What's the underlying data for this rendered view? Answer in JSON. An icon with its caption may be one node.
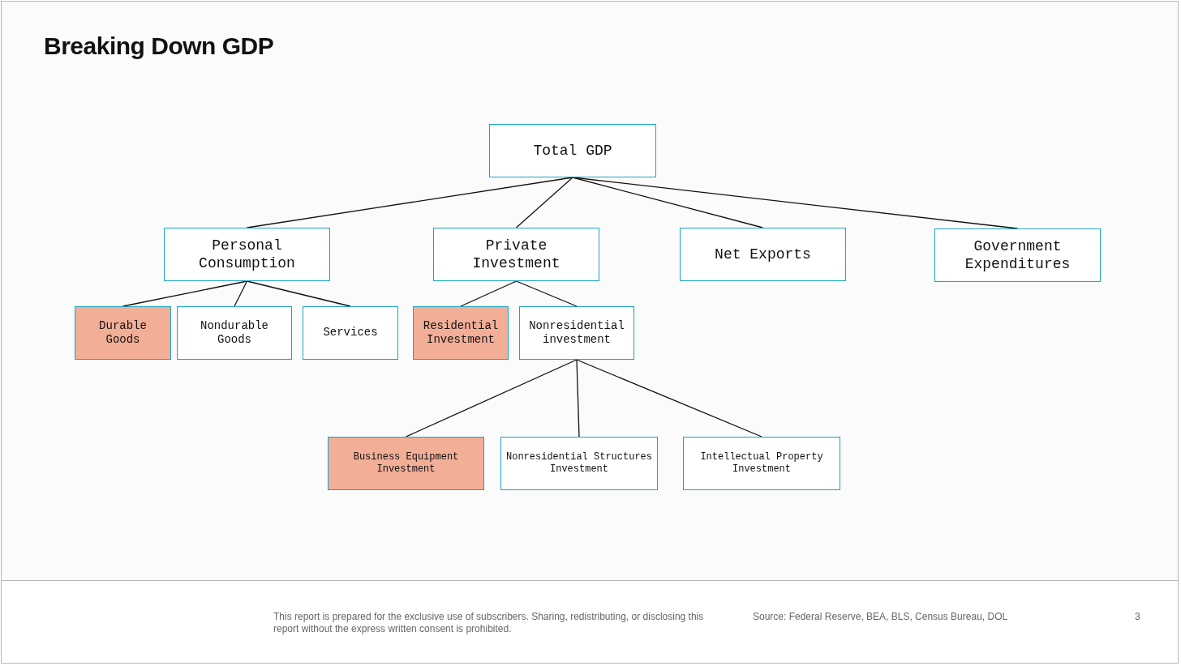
{
  "diagram": {
    "title": "Breaking Down GDP",
    "nodes": [
      {
        "text": [
          "Total GDP"
        ]
      },
      {
        "text": [
          "Personal Consumption"
        ]
      },
      {
        "text": [
          "Private Investment"
        ]
      },
      {
        "text": [
          "Net Exports"
        ]
      },
      {
        "text": [
          "Government Expenditures"
        ]
      },
      {
        "text": [
          "Durable Goods"
        ]
      },
      {
        "text": [
          "Nondurable Goods"
        ]
      },
      {
        "text": [
          "Services"
        ]
      },
      {
        "text": [
          "Residential Investment"
        ]
      },
      {
        "text": [
          "Nonresidential investment"
        ]
      },
      {
        "text": [
          "Business Equipment Investment"
        ]
      },
      {
        "text": [
          "Nonresidential Structures Investment"
        ]
      },
      {
        "text": [
          "Intellectual Property Investment"
        ]
      }
    ],
    "edges": [
      {
        "from": 0,
        "to": 1,
        "arrow": "none"
      },
      {
        "from": 0,
        "to": 2,
        "arrow": "none"
      },
      {
        "from": 0,
        "to": 3,
        "arrow": "none"
      },
      {
        "from": 0,
        "to": 4,
        "arrow": "none"
      },
      {
        "from": 1,
        "to": 5,
        "arrow": "none"
      },
      {
        "from": 1,
        "to": 6,
        "arrow": "none"
      },
      {
        "from": 1,
        "to": 7,
        "arrow": "none"
      },
      {
        "from": 2,
        "to": 8,
        "arrow": "none"
      },
      {
        "from": 2,
        "to": 9,
        "arrow": "none"
      },
      {
        "from": 9,
        "to": 10,
        "arrow": "none"
      },
      {
        "from": 9,
        "to": 11,
        "arrow": "none"
      },
      {
        "from": 9,
        "to": 12,
        "arrow": "none"
      }
    ],
    "labels": [
      "This report is prepared for the exclusive use of subscribers. Sharing, redistributing, or disclosing this report without the express written consent is prohibited.",
      "Source: Federal Reserve, BEA, BLS, Census Bureau, DOL",
      "3"
    ]
  }
}
